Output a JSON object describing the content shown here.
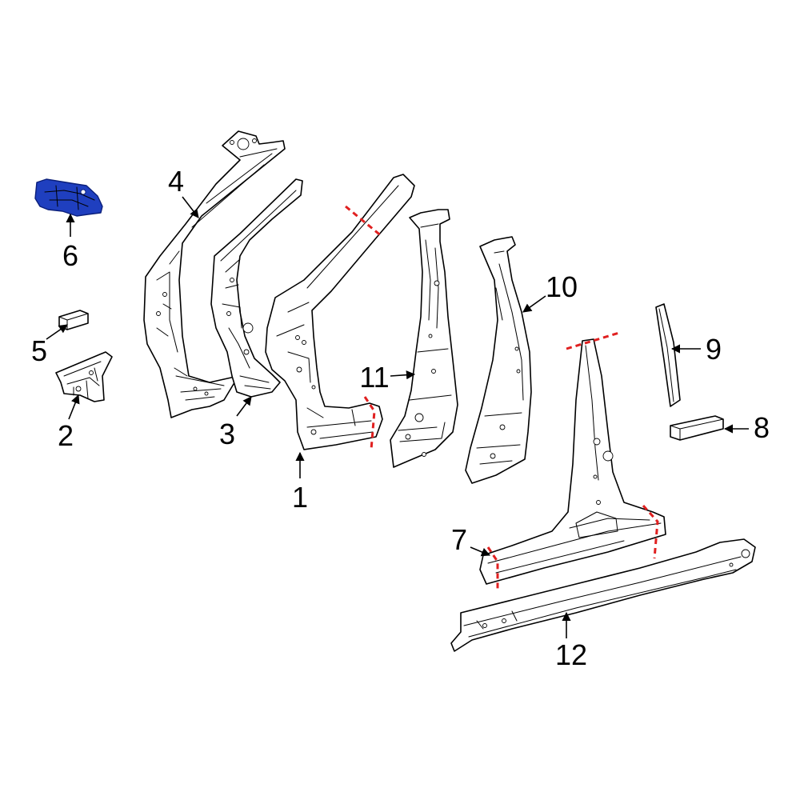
{
  "callouts": {
    "c1": "1",
    "c2": "2",
    "c3": "3",
    "c4": "4",
    "c5": "5",
    "c6": "6",
    "c7": "7",
    "c8": "8",
    "c9": "9",
    "c10": "10",
    "c11": "11",
    "c12": "12"
  },
  "colors": {
    "highlight_part": "#1f3fbf",
    "cut_line": "#e02020",
    "outline": "#000000"
  },
  "highlighted_part": "6"
}
